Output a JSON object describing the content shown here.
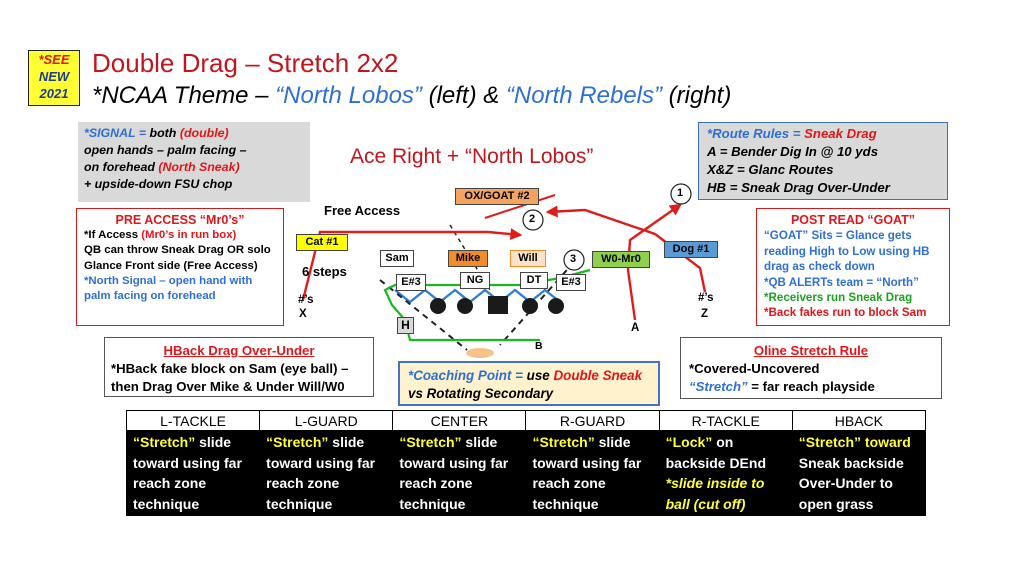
{
  "badge": {
    "line1": "*SEE",
    "line2": "NEW",
    "line3": "2021"
  },
  "title": {
    "line1": "Double Drag – Stretch 2x2",
    "line2_a": "*NCAA Theme – ",
    "line2_b": "“North Lobos”",
    "line2_c": " (left) & ",
    "line2_d": "“North Rebels”",
    "line2_e": " (right)"
  },
  "signal": {
    "a": "*SIGNAL = ",
    "b": "both ",
    "c": "(double)",
    "d": "open hands – palm facing –",
    "e": "on forehead ",
    "f": "(North Sneak)",
    "g": "+ upside-down FSU chop"
  },
  "play_call": "Ace Right + “North Lobos”",
  "route_rules": {
    "a": "*Route Rules = ",
    "b": "Sneak Drag",
    "c": "A = Bender Dig In @ 10 yds",
    "d": "X&Z = Glanc Routes",
    "e": "HB = Sneak Drag Over-Under"
  },
  "pre_access": {
    "title": "PRE ACCESS “Mr0’s”",
    "a": "*If Access ",
    "b": "(Mr0’s in run box)",
    "c": "QB can throw Sneak Drag OR solo Glance Front side (Free Access)",
    "d": "*North Signal – open hand with palm facing on forehead"
  },
  "post_read": {
    "title": "POST READ “GOAT”",
    "a": "“GOAT” Sits = Glance gets reading High to Low using HB drag as check down",
    "b": "*QB ALERTs team = “North”",
    "c": "*Receivers run Sneak Drag",
    "d": "*Back fakes run to block Sam"
  },
  "diagram": {
    "free_access": "Free Access",
    "ox_goat": "OX/GOAT #2",
    "cat": "Cat #1",
    "six_steps": "6 steps",
    "sam": "Sam",
    "mike": "Mike",
    "will": "Will",
    "w0_mr0": "W0-Mr0",
    "dog": "Dog #1",
    "e3_left": "E#3",
    "ng": "NG",
    "dt": "DT",
    "e3_right": "E#3",
    "num1": "1",
    "num2": "2",
    "num3": "3",
    "x_label": "X",
    "x_hash": "#’s",
    "z_label": "Z",
    "z_hash": "#’s",
    "h_label": "H",
    "a_label": "A",
    "b_label": "B"
  },
  "hback": {
    "title": "HBack Drag Over-Under",
    "text": "*HBack fake block on Sam (eye ball) – then Drag Over Mike & Under Will/W0"
  },
  "coaching": {
    "a": "*Coaching Point = ",
    "b": "use ",
    "c": "Double Sneak",
    "d": " vs Rotating Secondary"
  },
  "oline": {
    "title": "Oline Stretch Rule",
    "a": "*Covered-Uncovered",
    "b": "“Stretch”",
    "c": " = far reach playside"
  },
  "table": {
    "headers": [
      "L-TACKLE",
      "L-GUARD",
      "CENTER",
      "R-GUARD",
      "R-TACKLE",
      "HBACK"
    ],
    "c1_kw": "“Stretch”",
    "c1_rest": " slide toward using far reach zone technique",
    "c2_kw": "“Stretch”",
    "c2_rest": " slide toward using far reach zone technique",
    "c3_kw": "“Stretch”",
    "c3_rest": " slide toward using far reach zone technique",
    "c4_kw": "“Stretch”",
    "c4_rest": " slide toward using far reach zone technique",
    "c5_kw": "“Lock”",
    "c5_rest": " on backside DEnd ",
    "c5_note": "*slide inside to ball (cut off)",
    "c6_kw": "“Stretch” toward",
    "c6_rest": " Sneak backside Over-Under to open grass"
  },
  "colors": {
    "title_red": "#c0171f",
    "accent_blue": "#2e6fd4",
    "badge_yellow": "#ffff33",
    "route_red": "#e01b1b",
    "route_green": "#19b81d",
    "coverage_blue": "#2f7fd0",
    "mike_orange": "#f28c28",
    "will_tan": "#f6c28a",
    "w0_green": "#8fd14f",
    "dog_blue": "#5b9bd5",
    "ox_goat_orange": "#f4a460",
    "cat_yellow": "#ffff00"
  }
}
